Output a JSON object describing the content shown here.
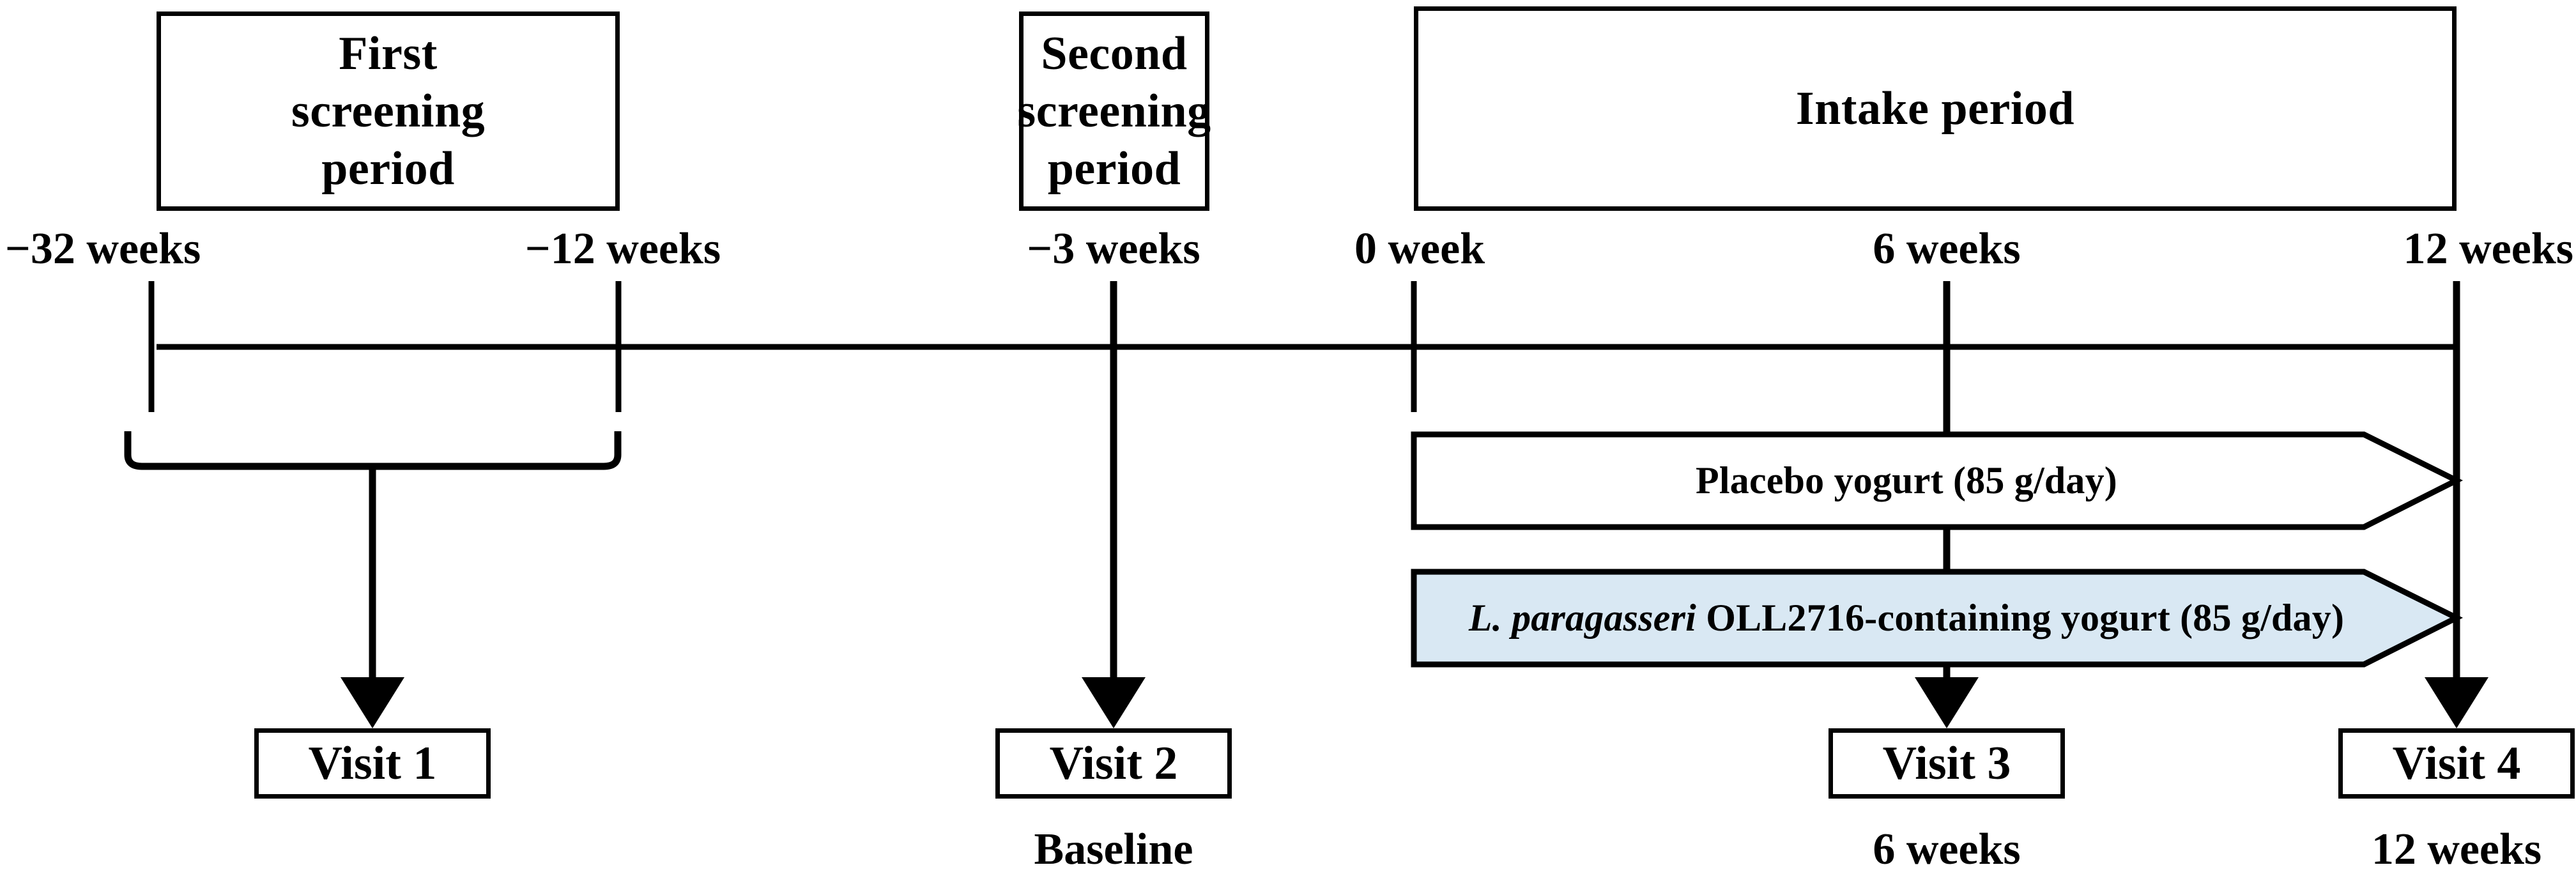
{
  "figure": {
    "type": "clinical-study-timeline",
    "title": "Study design timeline",
    "blue_fill": "#d9e8f3",
    "line_color": "#000000",
    "background": "#ffffff"
  },
  "periods": [
    {
      "id": "first-screening",
      "label": "First\nscreening\nperiod",
      "start_label": "−32 weeks",
      "end_label": "−12 weeks"
    },
    {
      "id": "second-screening",
      "label": "Second\nscreening\nperiod",
      "start_label": "−3 weeks",
      "end_label": "−3 weeks"
    },
    {
      "id": "intake",
      "label": "Intake period",
      "start_label": "0 week",
      "end_label": "12 weeks"
    }
  ],
  "timeline": {
    "ticks": [
      {
        "id": "t-minus-32",
        "label": "−32 weeks",
        "weeks": -32
      },
      {
        "id": "t-minus-12",
        "label": "−12 weeks",
        "weeks": -12
      },
      {
        "id": "t-minus-3",
        "label": "−3 weeks",
        "weeks": -3
      },
      {
        "id": "t-0",
        "label": "0 week",
        "weeks": 0
      },
      {
        "id": "t-6",
        "label": "6 weeks",
        "weeks": 6
      },
      {
        "id": "t-12",
        "label": "12 weeks",
        "weeks": 12
      }
    ]
  },
  "intervention_arms": [
    {
      "id": "placebo-arm",
      "label": "Placebo yogurt (85 g/day)",
      "label_plain": "Placebo yogurt (85 g/day)",
      "fill": "#ffffff",
      "dose": "85 g/day"
    },
    {
      "id": "test-arm",
      "label_italic": "L. paragasseri",
      "label_rest": " OLL2716-containing yogurt (85 g/day)",
      "label_plain": "L. paragasseri OLL2716-containing yogurt (85 g/day)",
      "fill": "#d9e8f3",
      "dose": "85 g/day"
    }
  ],
  "visits": [
    {
      "id": "visit-1",
      "label": "Visit 1",
      "caption": ""
    },
    {
      "id": "visit-2",
      "label": "Visit 2",
      "caption": "Baseline"
    },
    {
      "id": "visit-3",
      "label": "Visit 3",
      "caption": "6 weeks"
    },
    {
      "id": "visit-4",
      "label": "Visit 4",
      "caption": "12 weeks"
    }
  ]
}
